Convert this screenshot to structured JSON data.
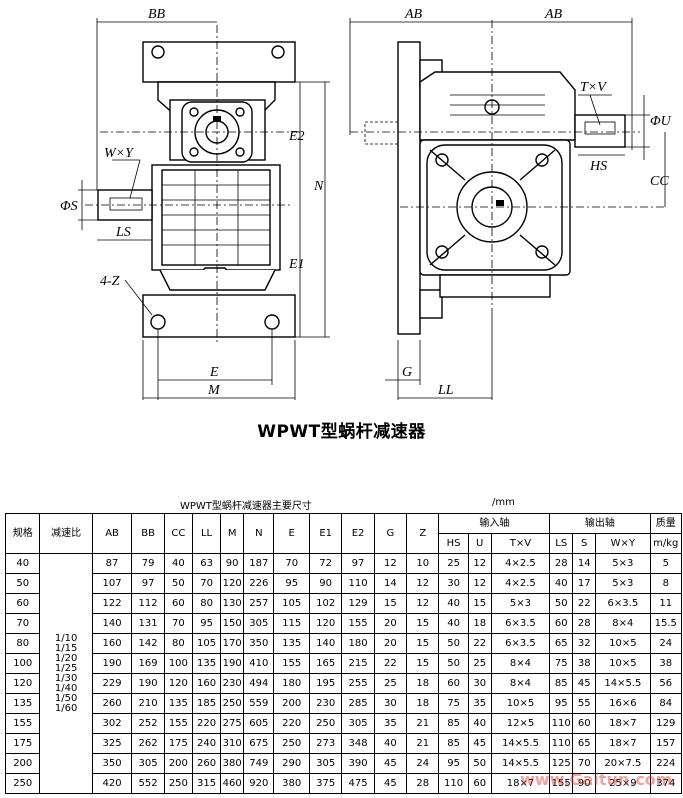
{
  "drawing": {
    "left_view_labels": {
      "bb": "BB",
      "e2": "E2",
      "n": "N",
      "e1": "E1",
      "e": "E",
      "m": "M",
      "w_y": "W×Y",
      "s": "ΦS",
      "ls": "LS",
      "z": "4-Z"
    },
    "right_view_labels": {
      "ab_left": "AB",
      "ab_right": "AB",
      "t_v": "T×V",
      "u": "ΦU",
      "hs": "HS",
      "cc": "CC",
      "g": "G",
      "ll": "LL"
    }
  },
  "title": "WPWT型蜗杆减速器",
  "table": {
    "caption": "WPWT型蜗杆减速器主要尺寸",
    "unit": "/mm",
    "headers": {
      "size": "规格",
      "ratio": "减速比",
      "ab": "AB",
      "bb": "BB",
      "cc": "CC",
      "ll": "LL",
      "m": "M",
      "n": "N",
      "e": "E",
      "e1": "E1",
      "e2": "E2",
      "g": "G",
      "z": "Z",
      "input_shaft": "输入轴",
      "output_shaft": "输出轴",
      "mass": "质量",
      "hs": "HS",
      "u": "U",
      "tv": "T×V",
      "ls": "LS",
      "s": "S",
      "wy": "W×Y",
      "mass_unit": "m/kg"
    },
    "ratios": [
      "1/10",
      "1/15",
      "1/20",
      "1/25",
      "1/30",
      "1/40",
      "1/50",
      "1/60"
    ],
    "rows": [
      [
        "40",
        "87",
        "79",
        "40",
        "63",
        "90",
        "187",
        "70",
        "72",
        "97",
        "12",
        "10",
        "25",
        "12",
        "4×2.5",
        "28",
        "14",
        "5×3",
        "5"
      ],
      [
        "50",
        "107",
        "97",
        "50",
        "70",
        "120",
        "226",
        "95",
        "90",
        "110",
        "14",
        "12",
        "30",
        "12",
        "4×2.5",
        "40",
        "17",
        "5×3",
        "8"
      ],
      [
        "60",
        "122",
        "112",
        "60",
        "80",
        "130",
        "257",
        "105",
        "102",
        "129",
        "15",
        "12",
        "40",
        "15",
        "5×3",
        "50",
        "22",
        "6×3.5",
        "11"
      ],
      [
        "70",
        "140",
        "131",
        "70",
        "95",
        "150",
        "305",
        "115",
        "120",
        "155",
        "20",
        "15",
        "40",
        "18",
        "6×3.5",
        "60",
        "28",
        "8×4",
        "15.5"
      ],
      [
        "80",
        "160",
        "142",
        "80",
        "105",
        "170",
        "350",
        "135",
        "140",
        "180",
        "20",
        "15",
        "50",
        "22",
        "6×3.5",
        "65",
        "32",
        "10×5",
        "24"
      ],
      [
        "100",
        "190",
        "169",
        "100",
        "135",
        "190",
        "410",
        "155",
        "165",
        "215",
        "22",
        "15",
        "50",
        "25",
        "8×4",
        "75",
        "38",
        "10×5",
        "38"
      ],
      [
        "120",
        "229",
        "190",
        "120",
        "160",
        "230",
        "494",
        "180",
        "195",
        "255",
        "25",
        "18",
        "60",
        "30",
        "8×4",
        "85",
        "45",
        "14×5.5",
        "56"
      ],
      [
        "135",
        "260",
        "210",
        "135",
        "185",
        "250",
        "559",
        "200",
        "230",
        "285",
        "30",
        "18",
        "75",
        "35",
        "10×5",
        "95",
        "55",
        "16×6",
        "84"
      ],
      [
        "155",
        "302",
        "252",
        "155",
        "220",
        "275",
        "605",
        "220",
        "250",
        "305",
        "35",
        "21",
        "85",
        "40",
        "12×5",
        "110",
        "60",
        "18×7",
        "129"
      ],
      [
        "175",
        "325",
        "262",
        "175",
        "240",
        "310",
        "675",
        "250",
        "273",
        "348",
        "40",
        "21",
        "85",
        "45",
        "14×5.5",
        "110",
        "65",
        "18×7",
        "157"
      ],
      [
        "200",
        "350",
        "305",
        "200",
        "260",
        "380",
        "749",
        "290",
        "305",
        "390",
        "45",
        "24",
        "95",
        "50",
        "14×5.5",
        "125",
        "70",
        "20×7.5",
        "224"
      ],
      [
        "250",
        "420",
        "552",
        "250",
        "315",
        "460",
        "920",
        "380",
        "375",
        "475",
        "45",
        "28",
        "110",
        "60",
        "18×7",
        "155",
        "90",
        "25×9",
        "374"
      ]
    ]
  },
  "watermark": "www.Gaitun.com"
}
